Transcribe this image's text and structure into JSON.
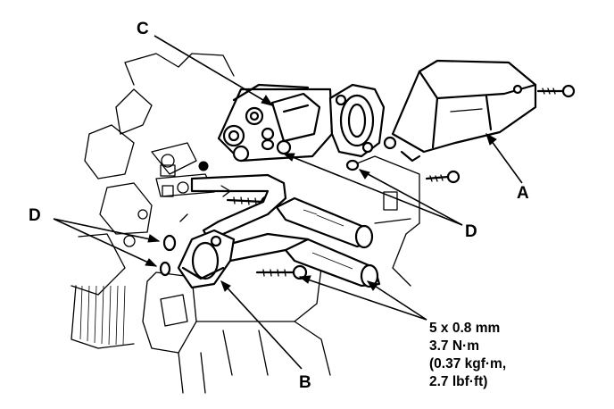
{
  "callouts": {
    "a": "A",
    "b": "B",
    "c": "C",
    "d_left": "D",
    "d_right": "D"
  },
  "torque_spec": {
    "bolt_size": "5 x 0.8 mm",
    "torque_nm": "3.7 N·m",
    "torque_kgf": "(0.37 kgf·m,",
    "torque_lbf": "2.7 lbf·ft)"
  }
}
